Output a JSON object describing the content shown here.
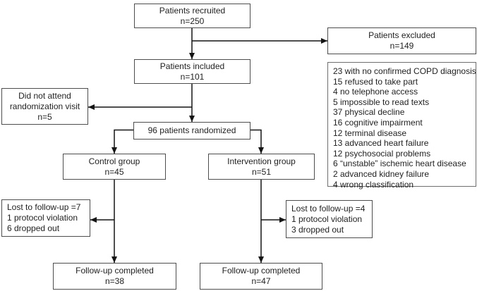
{
  "diagram_type": "patient-flow-chart",
  "colors": {
    "background": "#ffffff",
    "box_border": "#4d4d4d",
    "list_box_border": "#6e6e6e",
    "text": "#1f1f1f",
    "connector_line": "#141414"
  },
  "boxes": {
    "recruited": {
      "lines": [
        "Patients recruited",
        "n=250"
      ]
    },
    "excluded": {
      "lines": [
        "Patients excluded",
        "n=149"
      ]
    },
    "exclusion_reasons": {
      "lines": [
        "23 with no confirmed COPD diagnosis",
        "15 refused to take part",
        "4 no telephone access",
        "5 impossible to read texts",
        "37 physical decline",
        "16 cognitive impairment",
        "12 terminal disease",
        "13 advanced heart failure",
        "12 psychosocial problems",
        "6 “unstable” ischemic heart disease",
        "2 advanced kidney failure",
        "4 wrong classification"
      ]
    },
    "included": {
      "lines": [
        "Patients included",
        "n=101"
      ]
    },
    "did_not_attend": {
      "lines": [
        "Did not attend",
        "randomization visit",
        "n=5"
      ]
    },
    "randomized": {
      "lines": [
        "96 patients randomized"
      ]
    },
    "control": {
      "lines": [
        "Control group",
        "n=45"
      ]
    },
    "intervention": {
      "lines": [
        "Intervention group",
        "n=51"
      ]
    },
    "lost_control": {
      "lines": [
        "Lost to follow-up =7",
        "1 protocol violation",
        "6 dropped out"
      ]
    },
    "lost_intervention": {
      "lines": [
        "Lost to follow-up =4",
        "1 protocol violation",
        "3 dropped out"
      ]
    },
    "followup_control": {
      "lines": [
        "Follow-up completed",
        "n=38"
      ]
    },
    "followup_intervention": {
      "lines": [
        "Follow-up completed",
        "n=47"
      ]
    }
  }
}
